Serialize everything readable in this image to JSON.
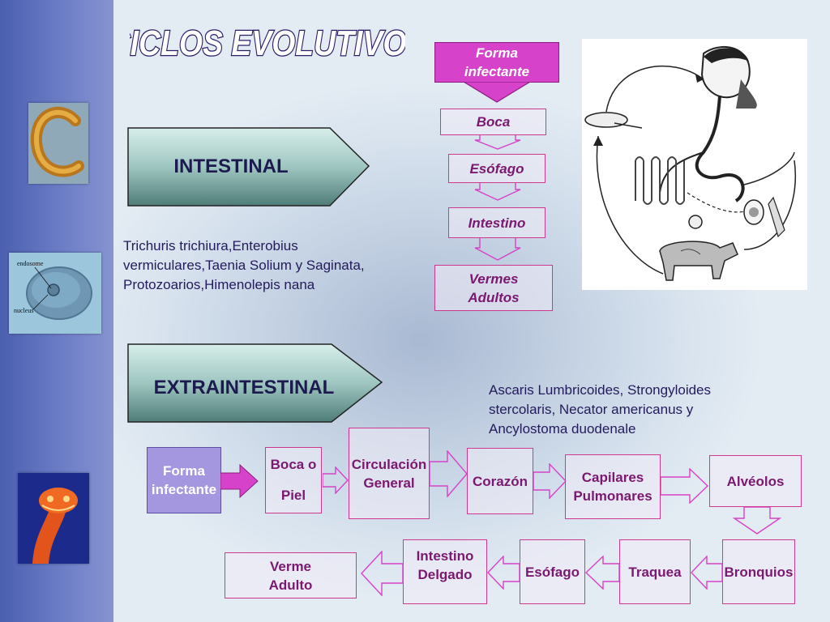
{
  "title": "CICLOS EVOLUTIVOS",
  "intestinal": {
    "label": "INTESTINAL",
    "species": [
      "Trichuris trichiura,Enterobius",
      "vermiculares,Taenia Solium y Saginata,",
      "Protozoarios,Himenolepis nana"
    ],
    "flow": {
      "start": [
        "Forma",
        "infectante"
      ],
      "steps": [
        "Boca",
        "Esófago",
        "Intestino"
      ],
      "end": [
        "Vermes",
        "Adultos"
      ]
    }
  },
  "extraintestinal": {
    "label": "EXTRAINTESTINAL",
    "species": [
      "Ascaris Lumbricoides, Strongyloides",
      "stercolaris, Necator americanus y",
      "Ancylostoma duodenale"
    ],
    "flow": {
      "start": [
        "Forma",
        "infectante"
      ],
      "boca_piel": [
        "Boca o",
        "Piel"
      ],
      "circulacion": [
        "Circulación",
        "General"
      ],
      "corazon": "Corazón",
      "capilares": [
        "Capilares",
        "Pulmonares"
      ],
      "alveolos": "Alvéolos",
      "bronquios": "Bronquios",
      "traquea": "Traquea",
      "esofago": "Esófago",
      "intestino_delgado": [
        "Intestino",
        "Delgado"
      ],
      "verme_adulto": [
        "Verme",
        "Adulto"
      ]
    }
  },
  "image_labels": {
    "endosome": "endosome",
    "nucleus": "nucleus"
  },
  "colors": {
    "accent": "#d642c9",
    "box_border": "#d0378f",
    "box_text": "#7b1870",
    "arrow": "#d642c9",
    "start_box": "#a497e0"
  }
}
